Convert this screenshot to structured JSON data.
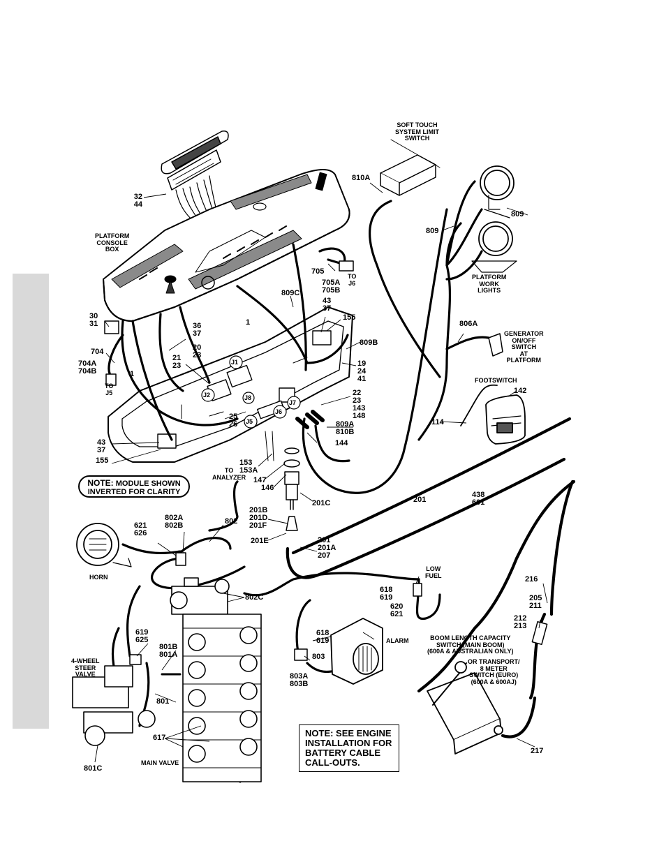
{
  "labels": {
    "soft_touch": [
      "SOFT TOUCH",
      "SYSTEM LIMIT",
      "SWITCH"
    ],
    "l810A": "810A",
    "l809_top": "809",
    "l809_left": "809",
    "work_lights": [
      "PLATFORM",
      "WORK",
      "LIGHTS"
    ],
    "l806A": "806A",
    "generator": [
      "GENERATOR",
      "ON/OFF",
      "SWITCH",
      "AT",
      "PLATFORM"
    ],
    "footswitch": "FOOTSWITCH",
    "l142": "142",
    "l114": "114",
    "l32_44": [
      "32",
      "44"
    ],
    "console_box": [
      "PLATFORM",
      "CONSOLE",
      "BOX"
    ],
    "l705": "705",
    "l705AB": [
      "705A",
      "705B"
    ],
    "to_j6": [
      "TO",
      "J6"
    ],
    "l809C": "809C",
    "l43_37_top": [
      "43",
      "37"
    ],
    "l155_top": "155",
    "l1_top": "1",
    "l809B": "809B",
    "l30_31": [
      "30",
      "31"
    ],
    "l36_37": [
      "36",
      "37"
    ],
    "l20_23": [
      "20",
      "23"
    ],
    "l21_23": [
      "21",
      "23"
    ],
    "l704": "704",
    "l704AB": [
      "704A",
      "704B"
    ],
    "l1_left": "1",
    "to_j5": [
      "TO",
      "J5"
    ],
    "l19_24_41": [
      "19",
      "24",
      "41"
    ],
    "l22_group": [
      "22",
      "23",
      "143",
      "148"
    ],
    "j1": "J1",
    "j2": "J2",
    "j5": "J5",
    "j6": "J6",
    "j7": "J7",
    "j8": "J8",
    "l25_26": [
      "25",
      "26"
    ],
    "l809A_810B": [
      "809A",
      "810B"
    ],
    "l144": "144",
    "l43_37_bot": [
      "43",
      "37"
    ],
    "l155_bot": "155",
    "l153": [
      "153",
      "153A"
    ],
    "to_analyzer": [
      "TO",
      "ANALYZER"
    ],
    "l147": "147",
    "l146": "146",
    "l201C": "201C",
    "l201": "201",
    "l438_601": [
      "438",
      "601"
    ],
    "l201BDF": [
      "201B",
      "201D",
      "201F"
    ],
    "l201E": "201E",
    "l201_201A_207": [
      "201",
      "201A",
      "207"
    ],
    "l621_626": [
      "621",
      "626"
    ],
    "l802AB": [
      "802A",
      "802B"
    ],
    "l802": "802",
    "horn": "HORN",
    "l802C": "802C",
    "low_fuel": [
      "LOW",
      "FUEL"
    ],
    "l618_619_top": [
      "618",
      "619"
    ],
    "l620_621": [
      "620",
      "621"
    ],
    "l216": "216",
    "l205_211": [
      "205",
      "211"
    ],
    "l212_213": [
      "212",
      "213"
    ],
    "l618_619_alarm": [
      "618",
      "619"
    ],
    "alarm": "ALARM",
    "l803": "803",
    "l803AB": [
      "803A",
      "803B"
    ],
    "l619_625": [
      "619",
      "625"
    ],
    "l801BA": [
      "801B",
      "801A"
    ],
    "steer_valve": [
      "4-WHEEL",
      "STEER",
      "VALVE"
    ],
    "l801": "801",
    "l617": "617",
    "main_valve": "MAIN VALVE",
    "l801C": "801C",
    "boom_switch": [
      "BOOM LENGTH CAPACITY",
      "SWITCH (MAIN BOOM)",
      "(600A & AUSTRALIAN ONLY)",
      "OR TRANSPORT/",
      "8 METER",
      "SWITCH (EURO)",
      "(600A & 600AJ)"
    ],
    "l217": "217"
  },
  "note_module": {
    "bold": "NOTE:",
    "rest": "MODULE SHOWN",
    "line2": "INVERTED FOR CLARITY"
  },
  "note_engine": [
    "NOTE: SEE ENGINE",
    "INSTALLATION FOR",
    "BATTERY CABLE",
    "CALL-OUTS."
  ],
  "colors": {
    "sidebar": "#d9d9d9",
    "ink": "#000000",
    "shade": "#8a8a8a"
  }
}
